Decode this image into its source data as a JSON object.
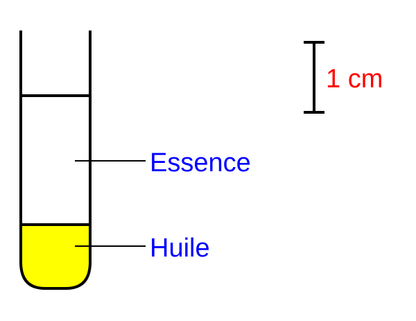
{
  "labels": {
    "top_layer": "Essence",
    "bottom_layer": "Huile",
    "scale": "1 cm"
  },
  "colors": {
    "outline": "#000000",
    "layer_label": "#0000ff",
    "scale_label": "#ff0000",
    "oil_fill": "#ffff00",
    "background": "#ffffff"
  }
}
